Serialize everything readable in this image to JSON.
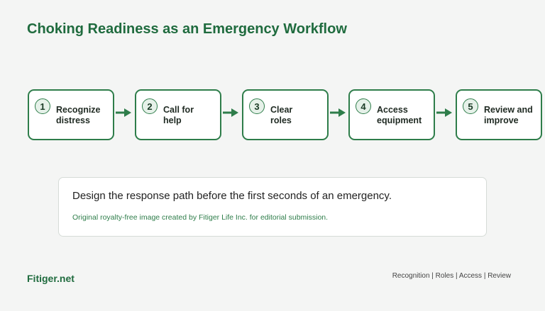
{
  "title": "Choking Readiness as an Emergency Workflow",
  "steps": [
    {
      "num": "1",
      "line1": "Recognize",
      "line2": "distress"
    },
    {
      "num": "2",
      "line1": "Call for",
      "line2": "help"
    },
    {
      "num": "3",
      "line1": "Clear",
      "line2": "roles"
    },
    {
      "num": "4",
      "line1": "Access",
      "line2": "equipment"
    },
    {
      "num": "5",
      "line1": "Review and",
      "line2": "improve"
    }
  ],
  "card": {
    "main": "Design the response path before the first seconds of an emergency.",
    "sub": "Original royalty-free image created by Fitiger Life Inc. for editorial submission."
  },
  "footer": {
    "brand": "Fitiger.net",
    "tags": "Recognition | Roles | Access | Review"
  },
  "colors": {
    "accent": "#2e7d4a",
    "title": "#1f6b3e",
    "badge_fill": "#e6f1e9"
  },
  "icons": {
    "arrow": "arrow-right-icon"
  }
}
